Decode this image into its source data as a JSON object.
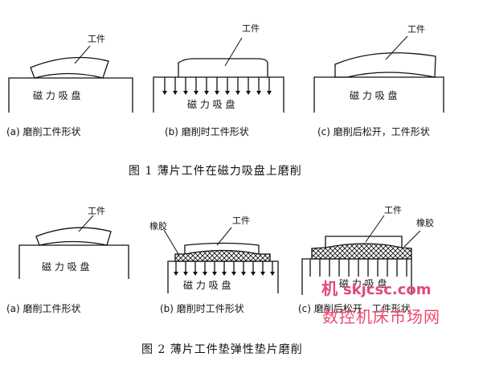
{
  "fig1": {
    "title": "图 1   薄片工件在磁力吸盘上磨削",
    "panels": [
      {
        "part_label": "工件",
        "chuck_label": "磁 力 吸 盘",
        "caption": "(a)   磨削工件形状"
      },
      {
        "part_label": "工件",
        "chuck_label": "磁 力 吸 盘",
        "caption": "(b)   磨削时工件形状"
      },
      {
        "part_label": "工件",
        "chuck_label": "磁 力 吸 盘",
        "caption": "(c)   磨削后松开，工件形状"
      }
    ]
  },
  "fig2": {
    "title": "图 2   薄片工件垫弹性垫片磨削",
    "panels": [
      {
        "part_label": "工件",
        "chuck_label": "磁 力 吸 盘",
        "caption": "(a)   磨削工件形状"
      },
      {
        "part_label": "工件",
        "rubber_label": "橡胶",
        "chuck_label": "磁 力 吸 盘",
        "caption": "(b)   磨削时工件形状"
      },
      {
        "part_label": "工件",
        "rubber_label": "橡胶",
        "chuck_label": "磁 力 吸 盘",
        "caption": "(c)   磨削后松开，工件形状"
      }
    ]
  },
  "watermark": {
    "logo_char": "机",
    "site": "skjcsc.com",
    "name": "数控机床市场网"
  }
}
